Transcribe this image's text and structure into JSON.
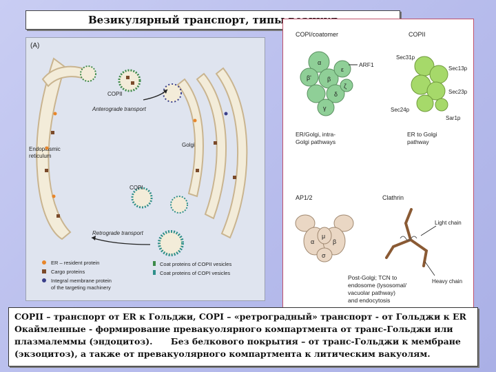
{
  "title": "Везикулярный транспорт, типы везикул",
  "left_panel": {
    "panel_label": "(A)",
    "labels": {
      "copii": "COPII",
      "anterograde": "Anterograde transport",
      "er_line1": "Endoplasmic",
      "er_line2": "reticulum",
      "golgi": "Golgi",
      "copi": "COPI",
      "retrograde": "Retrograde transport"
    },
    "legend": [
      {
        "text": "ER – resident protein",
        "color": "#e8862a"
      },
      {
        "text": "Cargo proteins",
        "color": "#7a4a2a"
      },
      {
        "text": "Integral membrane protein",
        "color": "#3a3f8a"
      },
      {
        "text": "of the targeting machinery",
        "color": ""
      },
      {
        "text": "Coat proteins of COPII vesicles",
        "color": "#3d8a4a"
      },
      {
        "text": "Coat proteins of COPI vesicles",
        "color": "#2f8f8a"
      }
    ]
  },
  "right_panel": {
    "copi": {
      "header": "COPI/coatomer",
      "arf1": "ARF1",
      "subunits": [
        "α",
        "β'",
        "β",
        "ε",
        "δ",
        "ζ",
        "γ"
      ],
      "caption_line1": "ER/Golgi, intra-",
      "caption_line2": "Golgi pathways"
    },
    "copii": {
      "header": "COPII",
      "labels": [
        "Sec31p",
        "Sec13p",
        "Sec23p",
        "Sec24p",
        "Sar1p"
      ],
      "caption_line1": "ER to Golgi",
      "caption_line2": "pathway"
    },
    "ap": {
      "header": "AP1/2",
      "subunits": [
        "α",
        "μ",
        "β",
        "σ"
      ]
    },
    "clathrin": {
      "header": "Clathrin",
      "light_chain": "Light chain",
      "heavy_chain": "Heavy chain"
    },
    "bottom_caption": [
      "Post-Golgi; TCN to",
      "endosome (lysosomal/",
      "vacuolar pathway)",
      "and endocytosis"
    ]
  },
  "caption": {
    "line1": "COPII – транспорт от ER к Гольджи, COPI – «ретроградный» транспорт - от Гольджи к ER",
    "line2": "Окаймленные - формирование превакуолярного компартмента от транс-Гольджи или",
    "line3a": "плазмалеммы (эндоцитоз).",
    "line3b": "Без белкового покрытия – от транс-Гольджи к мембране",
    "line4": "(экзоцитоз), а также от превакуолярного компартмента к литическим вакуолям."
  },
  "colors": {
    "membrane_fill": "#f3ecd9",
    "membrane_stroke": "#c9b48f",
    "er_protein": "#e8862a",
    "cargo": "#7a4a2a",
    "integral": "#3a3f8a",
    "copii_coat": "#3d8a4a",
    "copi_coat": "#2f8f8a",
    "copi_green": "#8fcf97",
    "copii_green": "#a6d96a"
  }
}
